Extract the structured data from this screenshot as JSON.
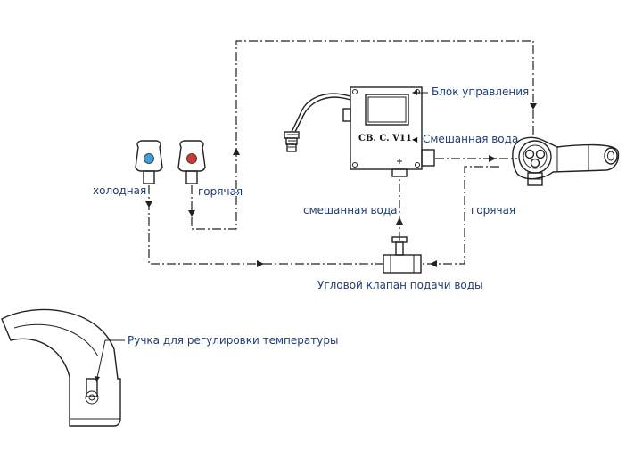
{
  "labels": {
    "control_unit": "Блок управления",
    "mixed_water_top": "Смешанная вода",
    "cold": "холодная",
    "hot": "горячая",
    "mixed_water_left": "смешанная вода",
    "hot_right": "горячая",
    "angle_valve": "Угловой клапан подачи воды",
    "temp_handle": "Ручка для регулировки температуры"
  },
  "control_box": {
    "model": "CB. C. V11",
    "power_glyph": "◀"
  },
  "colors": {
    "cold": "#3fa0d8",
    "hot": "#d23b33",
    "label": "#1f3d78",
    "line": "#222222"
  }
}
